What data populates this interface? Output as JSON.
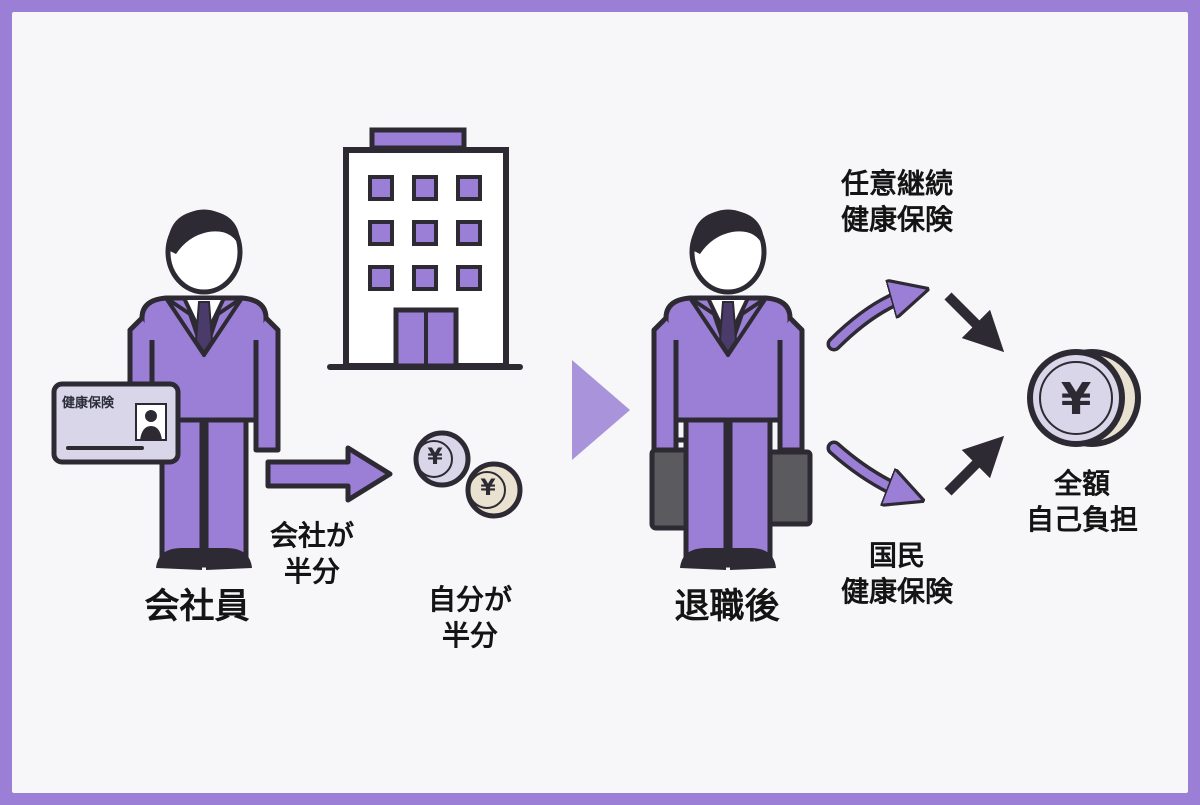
{
  "card": {
    "title": "健康保険"
  },
  "coins": {
    "symbol": "¥"
  },
  "labels": {
    "employee": "会社員",
    "company_half_1": "会社が",
    "company_half_2": "半分",
    "self_half_1": "自分が",
    "self_half_2": "半分",
    "retired": "退職後",
    "voluntary_1": "任意継続",
    "voluntary_2": "健康保険",
    "national_1": "国民",
    "national_2": "健康保険",
    "full_1": "全額",
    "full_2": "自己負担"
  },
  "colors": {
    "background": "#f7f6f9",
    "border": "#9b7fd6",
    "suit": "#9b7fd6",
    "outline": "#2e2a33",
    "coin": "#d9d6ea",
    "coin_beige": "#e9e2d1",
    "card": "#d9d6ea",
    "bag": "#5a5a5f",
    "chevron": "#a994dc"
  }
}
